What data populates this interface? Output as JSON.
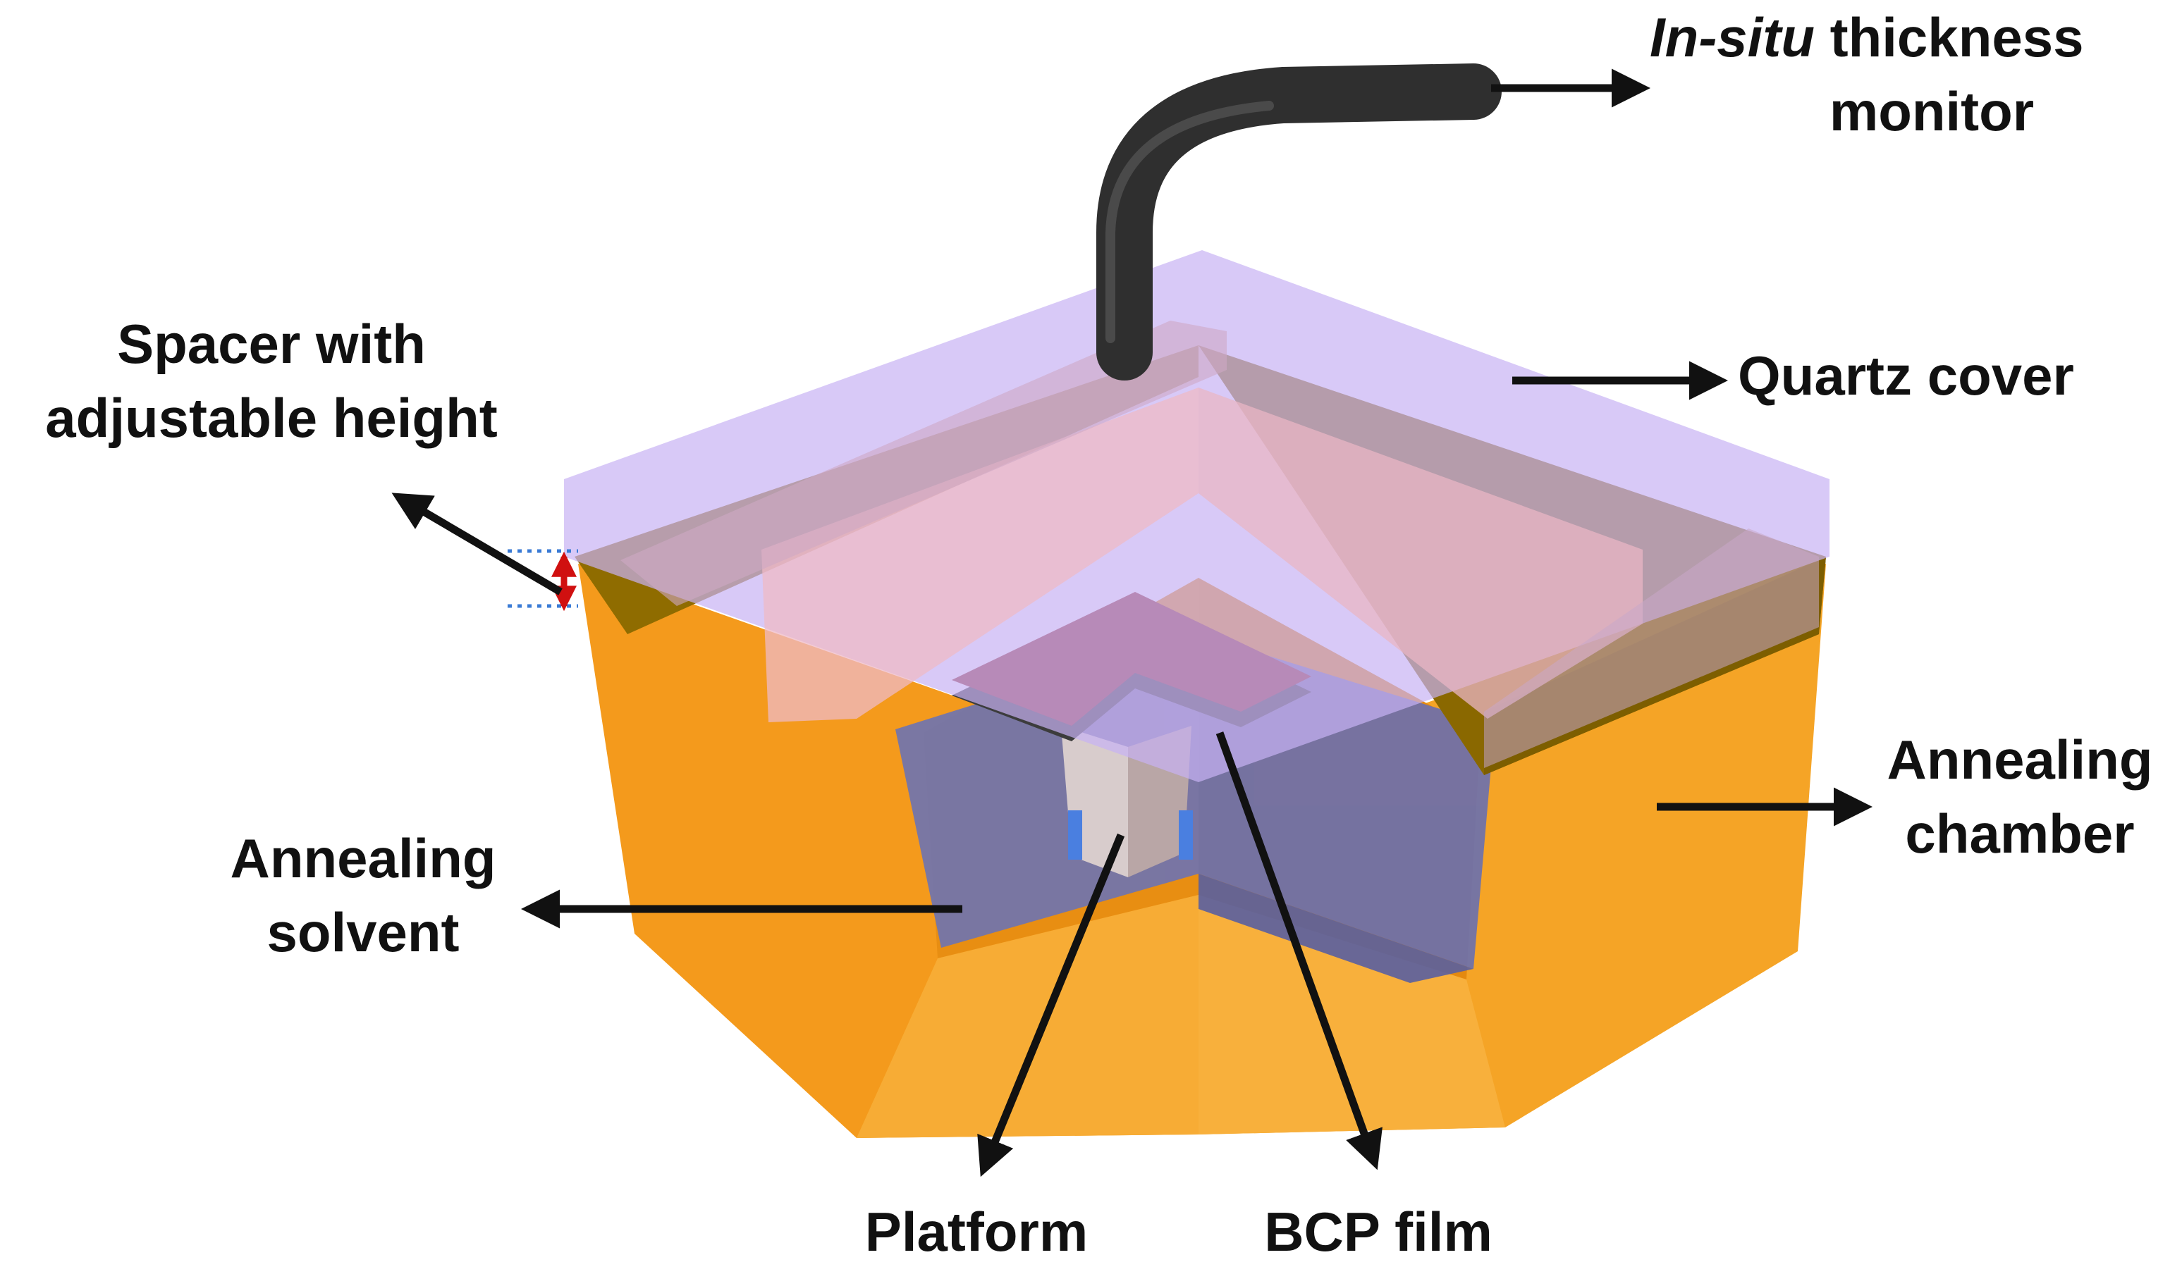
{
  "labels": {
    "monitor_italic": "In-situ",
    "monitor_rest": " thickness",
    "monitor_line2": "monitor",
    "spacer_line1": "Spacer with",
    "spacer_line2": "adjustable height",
    "quartz": "Quartz cover",
    "chamber_line1": "Annealing",
    "chamber_line2": "chamber",
    "solvent_line1": "Annealing",
    "solvent_line2": "solvent",
    "platform": "Platform",
    "bcp": "BCP film"
  },
  "colors": {
    "chamber": "#f6a023",
    "spacer": "#8c6a00",
    "solvent": "#6e74b4",
    "quartz_cover": "#c9b4f2",
    "platform": "#c8b8b8",
    "bcp_film": "#902c2c",
    "tube": "#3a3a3a",
    "height_marker": "#d01010",
    "arrow": "#111111"
  }
}
